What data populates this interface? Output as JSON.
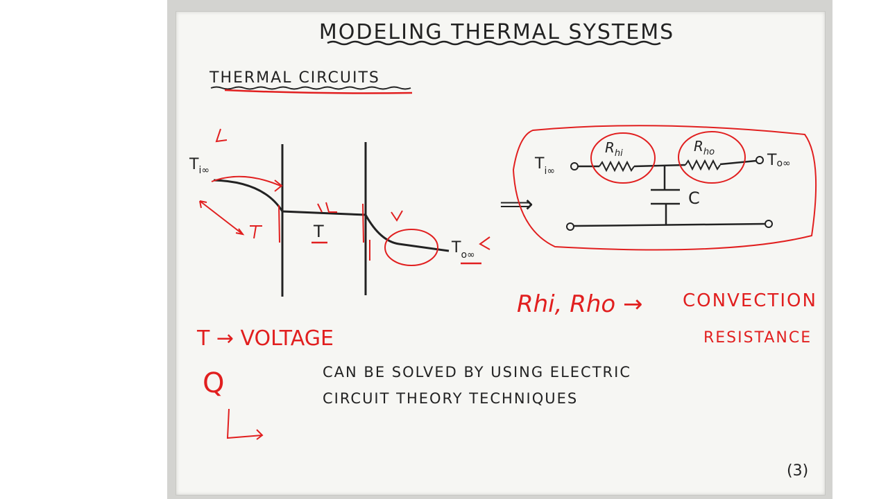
{
  "title": "MODELING THERMAL SYSTEMS",
  "section_heading": "THERMAL CIRCUITS",
  "wall_diagram": {
    "inner_temp_label": "T",
    "inner_temp_sub": "i∞",
    "middle_temp_label": "T",
    "outer_temp_label": "T",
    "outer_temp_sub": "o∞"
  },
  "circuit": {
    "inner_node_label": "T",
    "inner_node_sub": "i∞",
    "outer_node_label": "T",
    "outer_node_sub": "o∞",
    "r_inner_label": "R",
    "r_inner_sub": "hi",
    "r_outer_label": "R",
    "r_outer_sub": "ho",
    "capacitor_label": "C",
    "arrow": "⟹"
  },
  "notes": {
    "resistance_symbols": "Rhi, Rho →",
    "convection": "CONVECTION",
    "resistance": "RESISTANCE",
    "t_voltage": "T → VOLTAGE",
    "q_symbol": "Q",
    "statement_line1": "CAN BE SOLVED BY USING ELECTRIC",
    "statement_line2": "CIRCUIT THEORY TECHNIQUES"
  },
  "page_number": "(3)",
  "colors": {
    "ink_black": "#222222",
    "ink_red": "#e11f1f",
    "paper": "#f6f6f3",
    "board": "#d3d3d0"
  }
}
